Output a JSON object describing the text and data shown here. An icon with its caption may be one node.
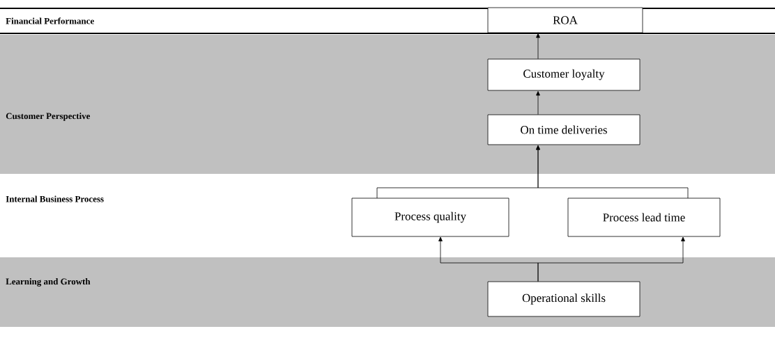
{
  "diagram": {
    "nodes": [
      {
        "text": [
          "Financial Performance"
        ]
      },
      {
        "text": [
          "Customer Perspective"
        ]
      },
      {
        "text": [
          "Internal Business Process"
        ]
      },
      {
        "text": [
          "Learning and Growth"
        ]
      },
      {
        "text": [
          "ROA"
        ],
        "in": 0
      },
      {
        "text": [
          "Customer loyalty"
        ],
        "in": 1
      },
      {
        "text": [
          "On time deliveries"
        ],
        "in": 1
      },
      {
        "text": [
          "Process quality"
        ]
      },
      {
        "text": [
          "Process lead time"
        ]
      },
      {
        "text": [
          "Operational skills"
        ],
        "in": 3
      }
    ],
    "edges": [
      {
        "from": 5,
        "to": 4,
        "arrow": "to"
      },
      {
        "from": 6,
        "to": 5,
        "arrow": "to"
      },
      {
        "from": 7,
        "to": 6,
        "arrow": "to"
      },
      {
        "from": 8,
        "to": 6,
        "arrow": "to"
      },
      {
        "from": 9,
        "to": 7,
        "arrow": "to"
      },
      {
        "from": 9,
        "to": 8,
        "arrow": "to"
      }
    ]
  }
}
